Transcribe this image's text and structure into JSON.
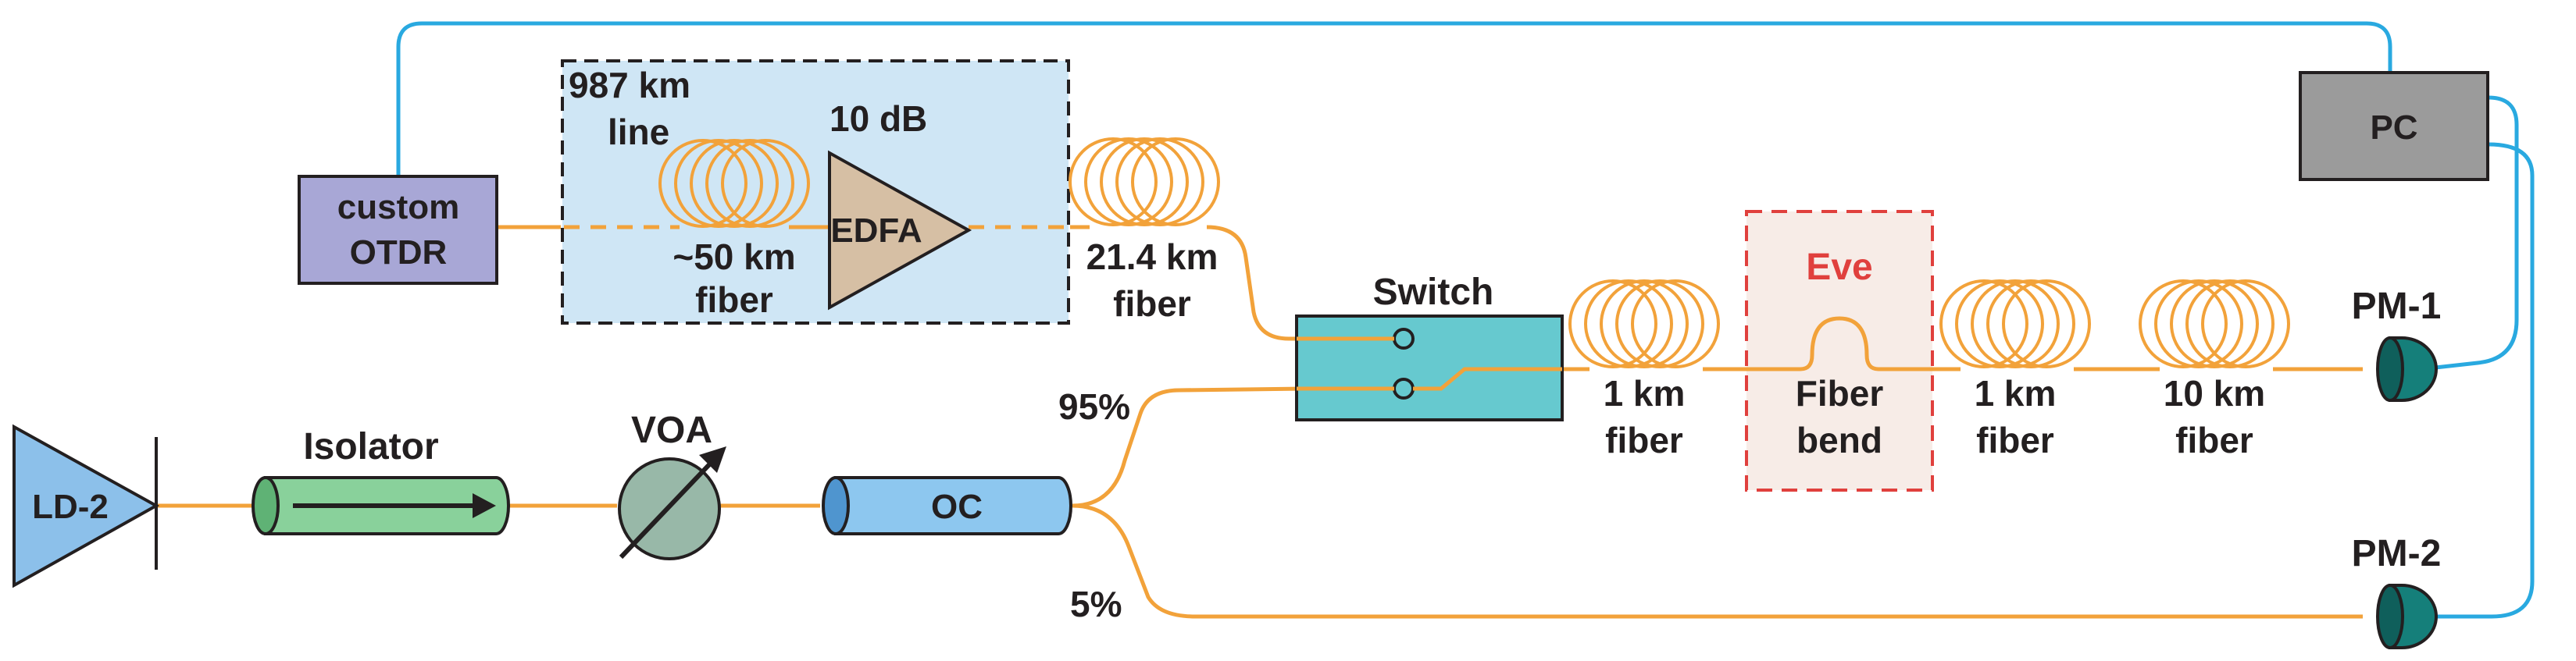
{
  "colors": {
    "fiber": "#f2a23a",
    "electrical": "#29a9e0",
    "dashed_box_fill": "#cfe6f5",
    "eve_color": "#e0403d",
    "eve_fill": "#f7ece7",
    "otdr_fill": "#a8a7d6",
    "pc_fill": "#9b9b9b",
    "edfa_fill": "#d6bfa4",
    "switch_fill": "#66c9cf",
    "isolator_fill": "#89d19b",
    "oc_fill": "#8dc7ef",
    "voa_fill": "#98b8a8",
    "pm_fill": "#157f7a",
    "ld_fill": "#8cc0ea"
  },
  "blocks": {
    "otdr": [
      "custom",
      "OTDR"
    ],
    "pc": "PC",
    "edfa": "EDFA",
    "switch": "Switch",
    "ld": "LD-2",
    "isolator": "Isolator",
    "voa": "VOA",
    "oc": "OC",
    "pm1": "PM-1",
    "pm2": "PM-2",
    "eve": "Eve"
  },
  "labels": {
    "line_987": [
      "987 km",
      "line"
    ],
    "gain": "10 dB",
    "fiber_50": [
      "~50 km",
      "fiber"
    ],
    "fiber_21": [
      "21.4 km",
      "fiber"
    ],
    "fiber_1a": [
      "1 km",
      "fiber"
    ],
    "fiber_bend": [
      "Fiber",
      "bend"
    ],
    "fiber_1b": [
      "1 km",
      "fiber"
    ],
    "fiber_10": [
      "10 km",
      "fiber"
    ],
    "split_95": "95%",
    "split_5": "5%"
  }
}
